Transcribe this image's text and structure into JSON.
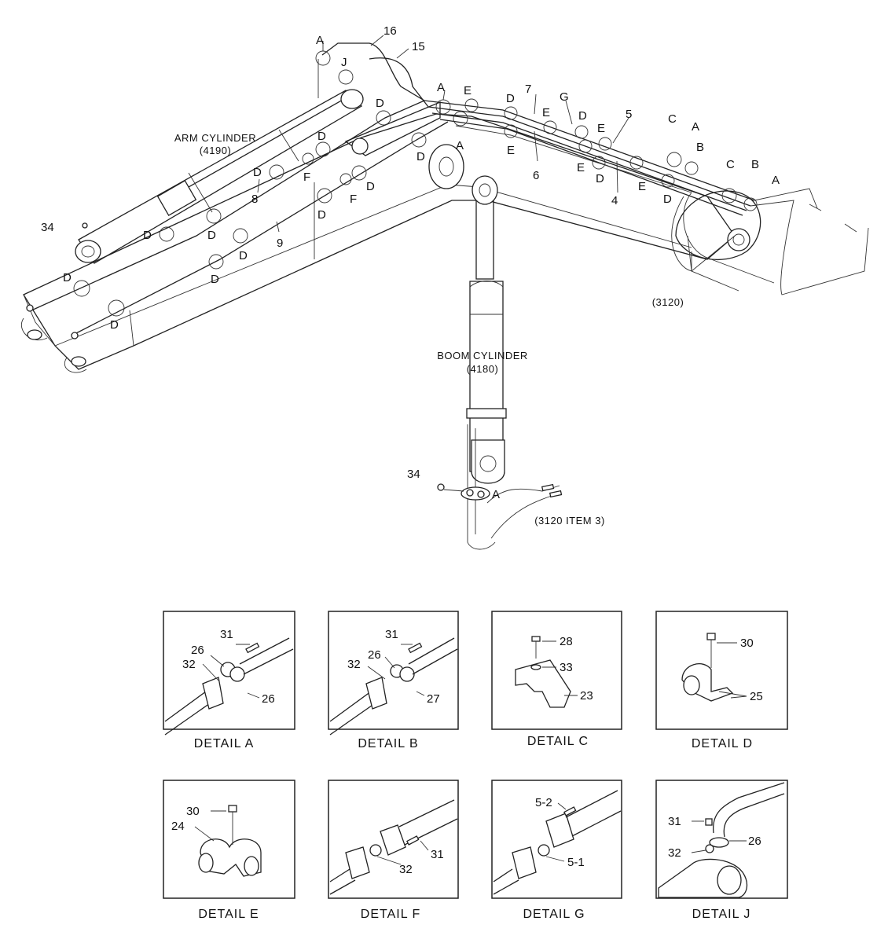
{
  "main_labels": {
    "arm_cylinder": "ARM CYLINDER",
    "arm_cylinder_no": "(4190)",
    "boom_cylinder": "BOOM CYLINDER",
    "boom_cylinder_no": "(4180)",
    "ref_3120": "(3120)",
    "ref_3120_item3": "(3120 ITEM 3)"
  },
  "callouts": [
    {
      "id": "c1",
      "text": "A"
    },
    {
      "id": "c2",
      "text": "16"
    },
    {
      "id": "c3",
      "text": "15"
    },
    {
      "id": "c4",
      "text": "J"
    },
    {
      "id": "c5",
      "text": "D"
    },
    {
      "id": "c6",
      "text": "A"
    },
    {
      "id": "c7",
      "text": "E"
    },
    {
      "id": "c8",
      "text": "D"
    },
    {
      "id": "c9",
      "text": "7"
    },
    {
      "id": "c10",
      "text": "G"
    },
    {
      "id": "c11",
      "text": "E"
    },
    {
      "id": "c12",
      "text": "D"
    },
    {
      "id": "c13",
      "text": "E"
    },
    {
      "id": "c14",
      "text": "5"
    },
    {
      "id": "c15",
      "text": "C"
    },
    {
      "id": "c16",
      "text": "A"
    },
    {
      "id": "c17",
      "text": "B"
    },
    {
      "id": "c18",
      "text": "C"
    },
    {
      "id": "c19",
      "text": "B"
    },
    {
      "id": "c20",
      "text": "A"
    },
    {
      "id": "c21",
      "text": "A"
    },
    {
      "id": "c22",
      "text": "E"
    },
    {
      "id": "c23",
      "text": "6"
    },
    {
      "id": "c24",
      "text": "E"
    },
    {
      "id": "c25",
      "text": "D"
    },
    {
      "id": "c26",
      "text": "4"
    },
    {
      "id": "c27",
      "text": "E"
    },
    {
      "id": "c28",
      "text": "D"
    },
    {
      "id": "c29",
      "text": "D"
    },
    {
      "id": "c30",
      "text": "D"
    },
    {
      "id": "c31",
      "text": "D"
    },
    {
      "id": "c32",
      "text": "F"
    },
    {
      "id": "c33",
      "text": "D"
    },
    {
      "id": "c34",
      "text": "F"
    },
    {
      "id": "c35",
      "text": "8"
    },
    {
      "id": "c36",
      "text": "34"
    },
    {
      "id": "c37",
      "text": "D"
    },
    {
      "id": "c38",
      "text": "D"
    },
    {
      "id": "c39",
      "text": "D"
    },
    {
      "id": "c40",
      "text": "9"
    },
    {
      "id": "c41",
      "text": "D"
    },
    {
      "id": "c42",
      "text": "D"
    },
    {
      "id": "c43",
      "text": "D"
    },
    {
      "id": "c44",
      "text": "D"
    },
    {
      "id": "c45",
      "text": "34"
    },
    {
      "id": "c46",
      "text": "A"
    }
  ],
  "details": [
    {
      "id": "A",
      "caption": "DETAIL  A",
      "parts": [
        "31",
        "26",
        "32",
        "26"
      ]
    },
    {
      "id": "B",
      "caption": "DETAIL  B",
      "parts": [
        "31",
        "26",
        "32",
        "27"
      ]
    },
    {
      "id": "C",
      "caption": "DETAIL  C",
      "parts": [
        "28",
        "33",
        "23"
      ]
    },
    {
      "id": "D",
      "caption": "DETAIL  D",
      "parts": [
        "30",
        "25"
      ]
    },
    {
      "id": "E",
      "caption": "DETAIL  E",
      "parts": [
        "30",
        "24"
      ]
    },
    {
      "id": "F",
      "caption": "DETAIL  F",
      "parts": [
        "32",
        "31"
      ]
    },
    {
      "id": "G",
      "caption": "DETAIL  G",
      "parts": [
        "5-2",
        "5-1"
      ]
    },
    {
      "id": "J",
      "caption": "DETAIL  J",
      "parts": [
        "31",
        "26",
        "32"
      ]
    }
  ]
}
